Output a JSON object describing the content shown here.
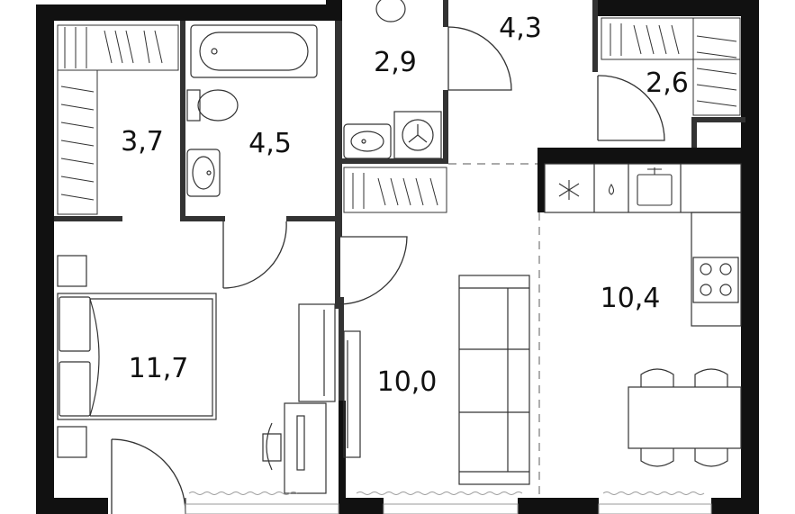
{
  "plan": {
    "colors": {
      "wall": "#111111",
      "line": "#333333",
      "light": "#9a9a9a",
      "background": "#ffffff"
    },
    "rooms": [
      {
        "id": "storage-left",
        "area": "3,7"
      },
      {
        "id": "bathroom",
        "area": "4,5"
      },
      {
        "id": "wc",
        "area": "2,9"
      },
      {
        "id": "hallway",
        "area": "4,3"
      },
      {
        "id": "closet-right",
        "area": "2,6"
      },
      {
        "id": "bedroom",
        "area": "11,7"
      },
      {
        "id": "living-room",
        "area": "10,0"
      },
      {
        "id": "kitchen",
        "area": "10,4"
      }
    ],
    "icons": [
      "bathtub-icon",
      "toilet-icon",
      "sink-icon",
      "washing-machine-icon",
      "stove-icon",
      "fridge-icon",
      "bed-icon",
      "sofa-icon",
      "dining-table-icon",
      "desk-chair-icon",
      "tv-icon",
      "wardrobe-icon"
    ]
  }
}
